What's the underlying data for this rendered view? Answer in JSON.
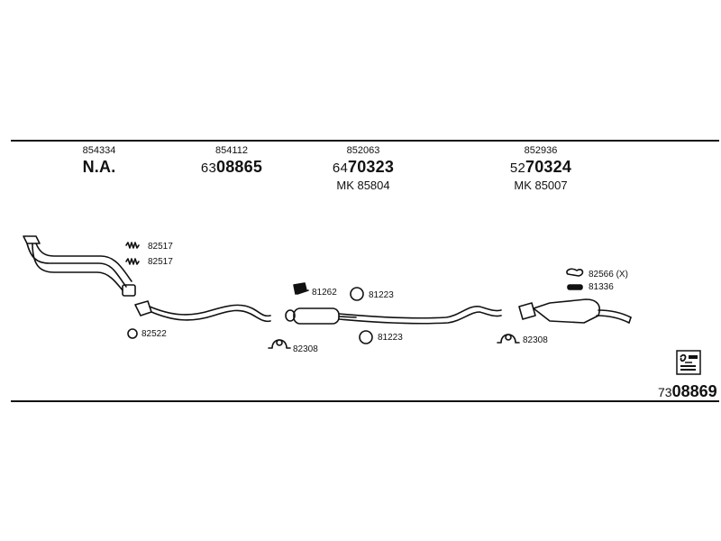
{
  "columns": [
    {
      "ref": "854334",
      "part": "N.A.",
      "part_prefix": "",
      "part_main": "",
      "mk": ""
    },
    {
      "ref": "854112",
      "part": "",
      "part_prefix": "63",
      "part_main": "08865",
      "mk": ""
    },
    {
      "ref": "852063",
      "part": "",
      "part_prefix": "64",
      "part_main": "70323",
      "mk": "MK 85804"
    },
    {
      "ref": "852936",
      "part": "",
      "part_prefix": "52",
      "part_main": "70324",
      "mk": "MK 85007"
    }
  ],
  "labels": {
    "gasket_a": "82517",
    "gasket_b": "82517",
    "ring_front": "82522",
    "bracket": "81262",
    "ring_mid_top": "81223",
    "ring_mid_bottom": "81223",
    "clamp_mid": "82308",
    "clamp_rear": "82308",
    "rubber_x": "82566 (X)",
    "mount_rear": "81336"
  },
  "footer": {
    "prefix": "73",
    "main": "08869"
  },
  "icons": [
    "exhaust-pipe-icon",
    "gasket-icon",
    "ring-icon",
    "clamp-icon",
    "bracket-icon",
    "muffler-icon",
    "logo-icon"
  ]
}
